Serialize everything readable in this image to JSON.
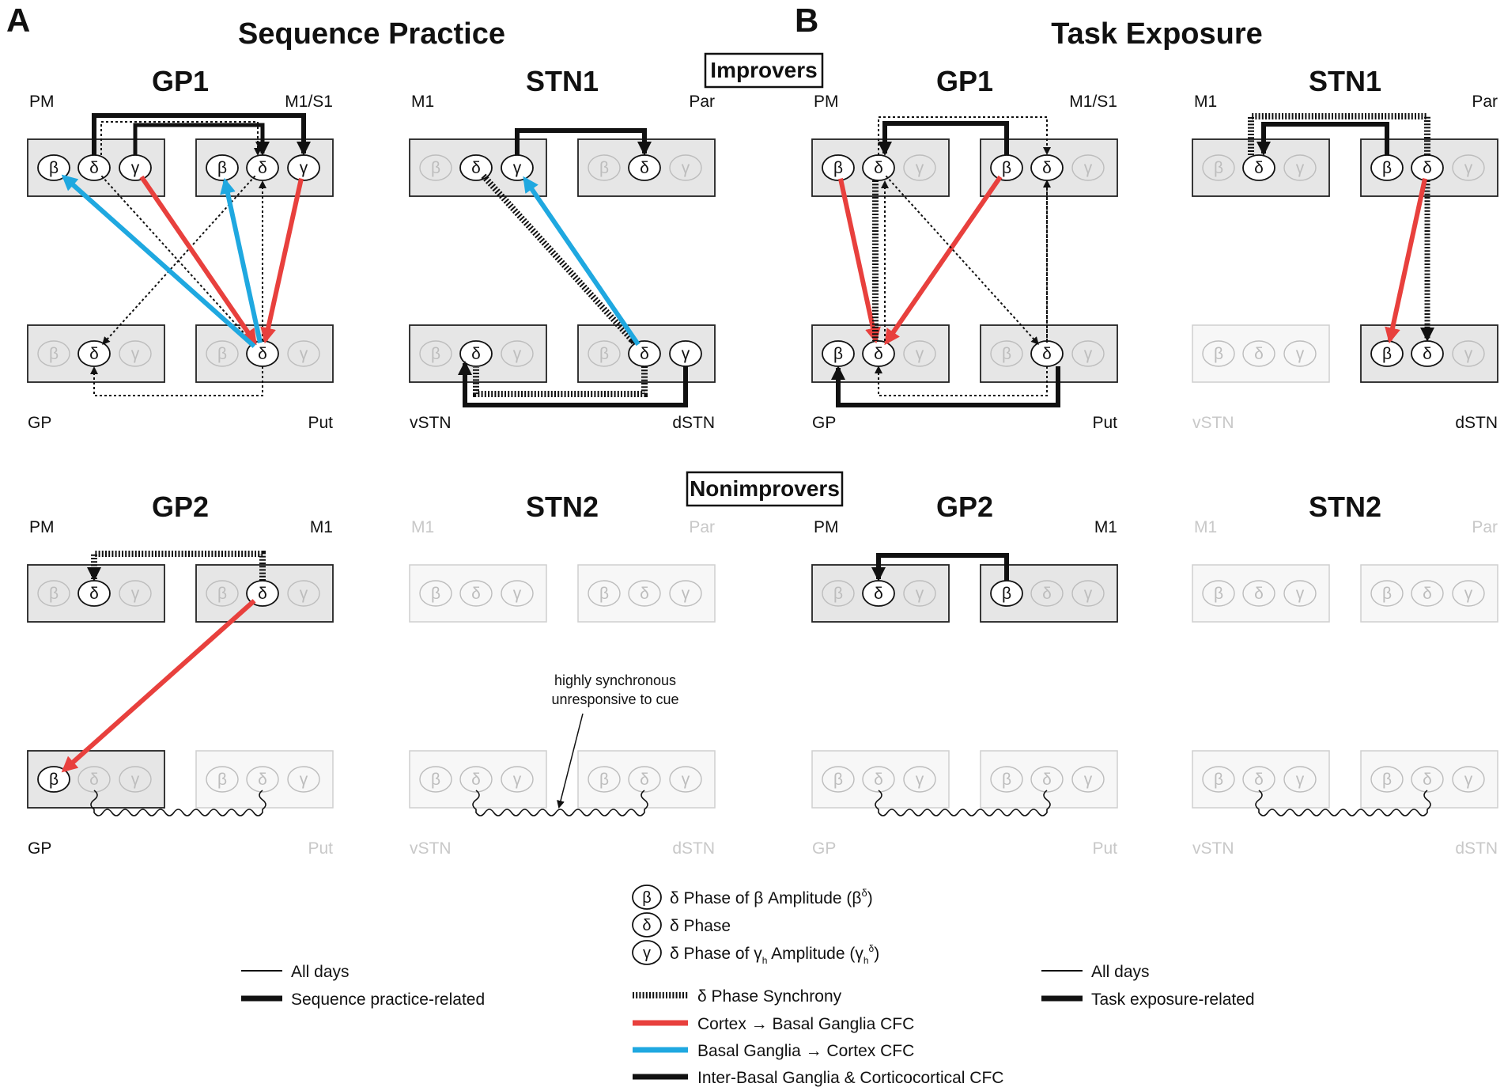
{
  "panel_letters": [
    "A",
    "B"
  ],
  "headings": {
    "sequence_practice": "Sequence Practice",
    "task_exposure": "Task Exposure"
  },
  "group_labels": {
    "improvers": "Improvers",
    "nonimprovers": "Nonimprovers"
  },
  "symbols": {
    "beta": "β",
    "delta": "δ",
    "gamma": "γ"
  },
  "panels": [
    {
      "id": "a-gp1",
      "title": "GP1",
      "labels": [
        "PM",
        "M1/S1",
        "GP",
        "Put"
      ]
    },
    {
      "id": "a-stn1",
      "title": "STN1",
      "labels": [
        "M1",
        "Par",
        "vSTN",
        "dSTN"
      ]
    },
    {
      "id": "b-gp1",
      "title": "GP1",
      "labels": [
        "PM",
        "M1/S1",
        "GP",
        "Put"
      ]
    },
    {
      "id": "b-stn1",
      "title": "STN1",
      "labels": [
        "M1",
        "Par",
        "vSTN",
        "dSTN"
      ]
    },
    {
      "id": "a-gp2",
      "title": "GP2",
      "labels": [
        "PM",
        "M1",
        "GP",
        "Put"
      ]
    },
    {
      "id": "a-stn2",
      "title": "STN2",
      "labels": [
        "M1",
        "Par",
        "vSTN",
        "dSTN"
      ]
    },
    {
      "id": "b-gp2",
      "title": "GP2",
      "labels": [
        "PM",
        "M1",
        "GP",
        "Put"
      ]
    },
    {
      "id": "b-stn2",
      "title": "STN2",
      "labels": [
        "M1",
        "Par",
        "vSTN",
        "dSTN"
      ]
    }
  ],
  "annotation": {
    "line1": "highly synchronous",
    "line2": "unresponsive to cue"
  },
  "legend": {
    "beta_prefix": "δ Phase of β Amplitude (β",
    "beta_sup": "δ",
    "beta_suffix": ")",
    "delta_label": "δ Phase",
    "gamma_prefix": "δ Phase of γ",
    "gamma_sub": "h",
    "gamma_mid": " Amplitude (γ",
    "gamma_sub2": "h",
    "gamma_sup": "δ",
    "gamma_suffix": ")",
    "sync_label": "δ Phase Synchrony",
    "red_label": "Cortex → Basal Ganglia CFC",
    "blue_label": "Basal Ganglia → Cortex CFC",
    "black_label": "Inter-Basal Ganglia & Corticocortical CFC",
    "left_all_days": "All days",
    "left_specific": "Sequence practice-related",
    "right_all_days": "All days",
    "right_specific": "Task exposure-related"
  },
  "colors": {
    "red": "#e8403d",
    "blue": "#1fa8e0",
    "black": "#111111",
    "box_fill": "#e6e6e6",
    "faded": "#c8c8c8",
    "text": "#111111"
  }
}
